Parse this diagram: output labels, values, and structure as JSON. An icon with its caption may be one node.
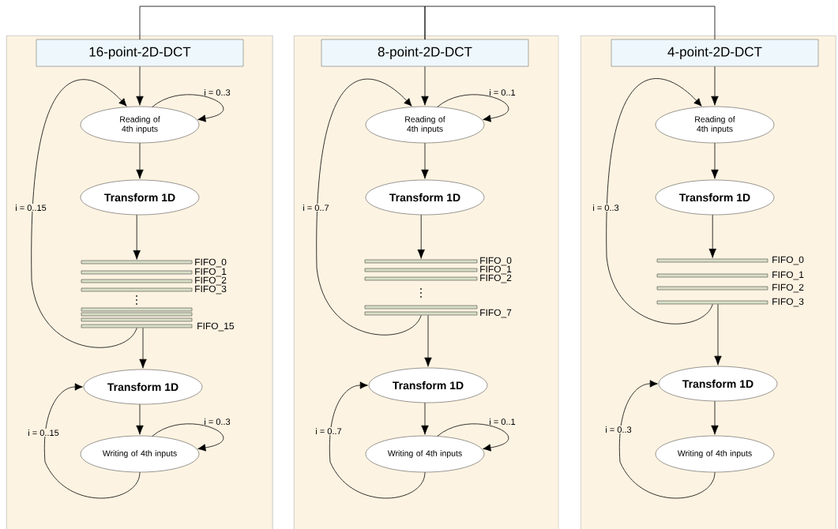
{
  "diagram": {
    "nodes": [
      {
        "text": [],
        "shape": "box"
      },
      {
        "text": [
          "16-point-2D-DCT"
        ],
        "in": 0
      },
      {
        "text": [
          "Reading of 4th inputs"
        ],
        "in": 0
      },
      {
        "text": [
          "Transform 1D"
        ],
        "in": 0
      },
      {
        "text": [],
        "shape": "bar",
        "in": 0,
        "beside": [
          "FIFO_0",
          "FIFO_1",
          "FIFO_2",
          "FIFO_3",
          "FIFO_15"
        ]
      },
      {
        "text": [
          "Transform 1D"
        ],
        "in": 0
      },
      {
        "text": [
          "Writing of 4th inputs"
        ],
        "in": 0
      },
      {
        "text": [],
        "shape": "box"
      },
      {
        "text": [
          "8-point-2D-DCT"
        ],
        "in": 7
      },
      {
        "text": [
          "Reading of 4th inputs"
        ],
        "in": 7
      },
      {
        "text": [
          "Transform 1D"
        ],
        "in": 7
      },
      {
        "text": [],
        "shape": "bar",
        "in": 7,
        "beside": [
          "FIFO_0",
          "FIFO_1",
          "FIFO_2",
          "FIFO_7"
        ]
      },
      {
        "text": [
          "Transform 1D"
        ],
        "in": 7
      },
      {
        "text": [
          "Writing of 4th inputs"
        ],
        "in": 7
      },
      {
        "text": [],
        "shape": "box"
      },
      {
        "text": [
          "4-point-2D-DCT"
        ],
        "in": 14
      },
      {
        "text": [
          "Reading of 4th inputs"
        ],
        "in": 14
      },
      {
        "text": [
          "Transform 1D"
        ],
        "in": 14
      },
      {
        "text": [],
        "shape": "bar",
        "in": 14,
        "beside": [
          "FIFO_0",
          "FIFO_1",
          "FIFO_2",
          "FIFO_3"
        ]
      },
      {
        "text": [
          "Transform 1D"
        ],
        "in": 14
      },
      {
        "text": [
          "Writing of 4th inputs"
        ],
        "in": 14
      }
    ],
    "edges": [
      {
        "from": 0,
        "to": 7,
        "arrow": "none"
      },
      {
        "from": 7,
        "to": 14,
        "arrow": "none"
      },
      {
        "from": 1,
        "to": 2,
        "arrow": "to"
      },
      {
        "from": 2,
        "to": 2,
        "arrow": "to",
        "label": "i = 0..3"
      },
      {
        "from": 2,
        "to": 3,
        "arrow": "to"
      },
      {
        "from": 3,
        "to": 4,
        "arrow": "to"
      },
      {
        "from": 4,
        "to": 2,
        "arrow": "to",
        "label": "i = 0..15"
      },
      {
        "from": 4,
        "to": 5,
        "arrow": "to"
      },
      {
        "from": 5,
        "to": 6,
        "arrow": "to"
      },
      {
        "from": 6,
        "to": 6,
        "arrow": "to",
        "label": "i = 0..3"
      },
      {
        "from": 6,
        "to": 5,
        "arrow": "to",
        "label": "i = 0..15"
      },
      {
        "from": 8,
        "to": 9,
        "arrow": "to"
      },
      {
        "from": 9,
        "to": 9,
        "arrow": "to",
        "label": "i = 0..1"
      },
      {
        "from": 9,
        "to": 10,
        "arrow": "to"
      },
      {
        "from": 10,
        "to": 11,
        "arrow": "to"
      },
      {
        "from": 11,
        "to": 9,
        "arrow": "to",
        "label": "i = 0..7"
      },
      {
        "from": 11,
        "to": 12,
        "arrow": "to"
      },
      {
        "from": 12,
        "to": 13,
        "arrow": "to"
      },
      {
        "from": 13,
        "to": 13,
        "arrow": "to",
        "label": "i = 0..1"
      },
      {
        "from": 13,
        "to": 12,
        "arrow": "to",
        "label": "i = 0..7"
      },
      {
        "from": 15,
        "to": 16,
        "arrow": "to"
      },
      {
        "from": 16,
        "to": 17,
        "arrow": "to"
      },
      {
        "from": 17,
        "to": 18,
        "arrow": "to"
      },
      {
        "from": 18,
        "to": 16,
        "arrow": "to",
        "label": "i = 0..3"
      },
      {
        "from": 18,
        "to": 19,
        "arrow": "to"
      },
      {
        "from": 19,
        "to": 20,
        "arrow": "to"
      },
      {
        "from": 20,
        "to": 19,
        "arrow": "to",
        "label": "i = 0..3"
      }
    ]
  }
}
